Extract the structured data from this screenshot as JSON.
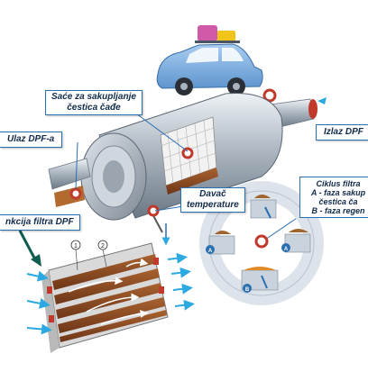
{
  "labels": {
    "honeycomb": [
      "Saće za sakupljanje",
      "čestica čađe"
    ],
    "inlet": "Ulaz DPF-a",
    "outlet": "Izlaz DPF",
    "sensor": [
      "Davač",
      "temperature"
    ],
    "function": "nkcija filtra DPF",
    "cycle": [
      "Ciklus filtra",
      "A - faza sakup",
      "čestica ča",
      "B - faza regen"
    ]
  },
  "markers": {
    "channel_1": "1",
    "channel_2": "2",
    "phase_a": "A",
    "phase_b": "B"
  },
  "colors": {
    "accent_red": "#c0392b",
    "accent_blue": "#2a6fb0",
    "car_body": "#7fb2e5",
    "filter_brown": "#8b4a24",
    "arrow_cyan": "#2ca9e1"
  }
}
